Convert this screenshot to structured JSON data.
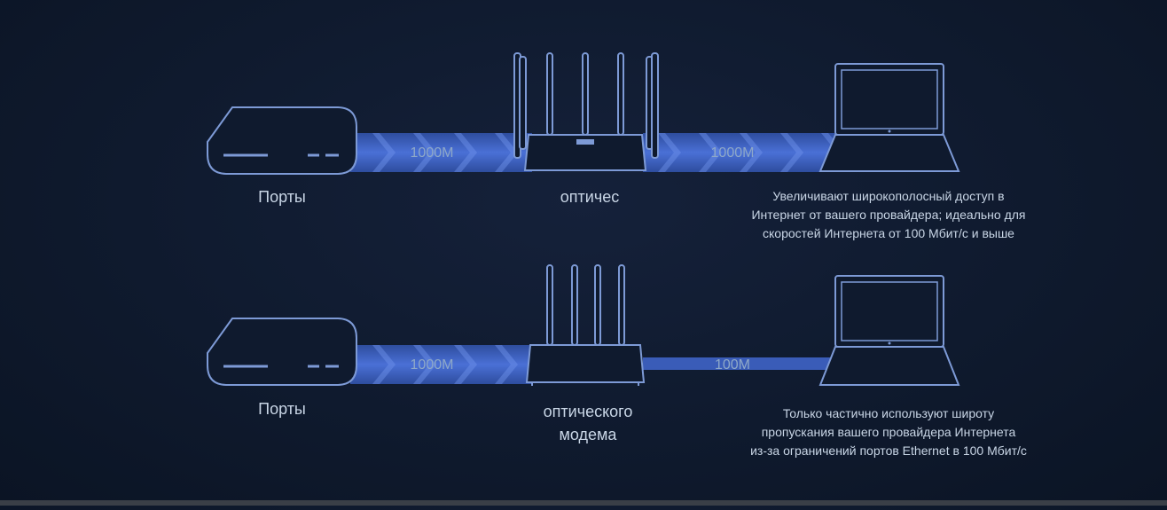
{
  "rows": [
    {
      "speed_in": "1000M",
      "speed_out": "1000M",
      "modem_label": "Порты",
      "router_label": [
        "оптичес"
      ],
      "description": [
        "Увеличивают широкополосный доступ в",
        "Интернет от вашего провайдера; идеально для",
        "скоростей Интернета от 100 Мбит/с и выше"
      ]
    },
    {
      "speed_in": "1000M",
      "speed_out": "100M",
      "modem_label": "Порты",
      "router_label": [
        "оптического",
        "модема"
      ],
      "description": [
        "Только частично используют широту",
        "пропускания вашего провайдера Интернета",
        "из-за ограничений портов Ethernet в 100 Мбит/с"
      ]
    }
  ],
  "colors": {
    "background": "#0f1a2e",
    "line_art": "#7d9ad6",
    "band": "#3f63c4",
    "text": "#c9d6e6"
  }
}
